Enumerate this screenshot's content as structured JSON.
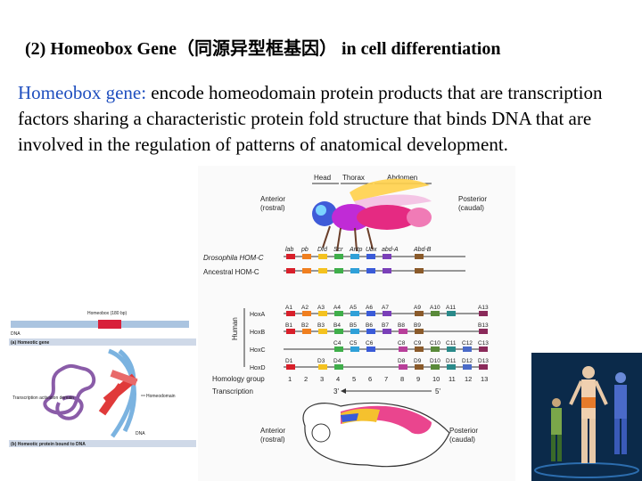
{
  "slide": {
    "title": "(2) Homeobox Gene（同源异型框基因） in cell differentiation",
    "term": "Homeobox gene:",
    "definition": " encode homeodomain protein products that are transcription factors sharing a characteristic protein fold structure that binds DNA that are involved in the regulation of patterns of anatomical development."
  },
  "fly_figure": {
    "head": "Head",
    "thorax": "Thorax",
    "abdomen": "Abdomen",
    "anterior": "Anterior",
    "anterior_sub": "(rostral)",
    "posterior": "Posterior",
    "posterior_sub": "(caudal)",
    "drosophila_label": "Drosophila HOM-C",
    "ancestral_label": "Ancestral HOM-C",
    "fly_genes": [
      "lab",
      "pb",
      "Dfd",
      "Scr",
      "Antp",
      "Ubx",
      "abd-A",
      "Abd-B"
    ],
    "human_label": "Human",
    "rows": [
      {
        "name": "HoxA",
        "genes": [
          "A1",
          "A2",
          "A3",
          "A4",
          "A5",
          "A6",
          "A7",
          "A9",
          "A10",
          "A11",
          "A13"
        ]
      },
      {
        "name": "HoxB",
        "genes": [
          "B1",
          "B2",
          "B3",
          "B4",
          "B5",
          "B6",
          "B7",
          "B8",
          "B9",
          "B13"
        ]
      },
      {
        "name": "HoxC",
        "genes": [
          "C4",
          "C5",
          "C6",
          "C8",
          "C9",
          "C10",
          "C11",
          "C12",
          "C13"
        ]
      },
      {
        "name": "HoxD",
        "genes": [
          "D1",
          "D3",
          "D4",
          "D8",
          "D9",
          "D10",
          "D11",
          "D12",
          "D13"
        ]
      }
    ],
    "homology_label": "Homology group",
    "homology_numbers": [
      "1",
      "2",
      "3",
      "4",
      "5",
      "6",
      "7",
      "8",
      "9",
      "10",
      "11",
      "12",
      "13"
    ],
    "transcription_label": "Transcription",
    "three_prime": "3'",
    "five_prime": "5'",
    "anterior2": "Anterior",
    "anterior2_sub": "(rostral)",
    "posterior2": "Posterior",
    "posterior2_sub": "(caudal)"
  },
  "gene_figure": {
    "homeobox_label": "Homeobox (180 bp)",
    "dna_label": "DNA",
    "caption_a": "(a) Homeotic gene",
    "ta_label": "Transcription activation domain",
    "homeodomain_label": "Homeodomain",
    "dna2_label": "DNA",
    "caption_b": "(b) Homeotic protein bound to DNA"
  }
}
